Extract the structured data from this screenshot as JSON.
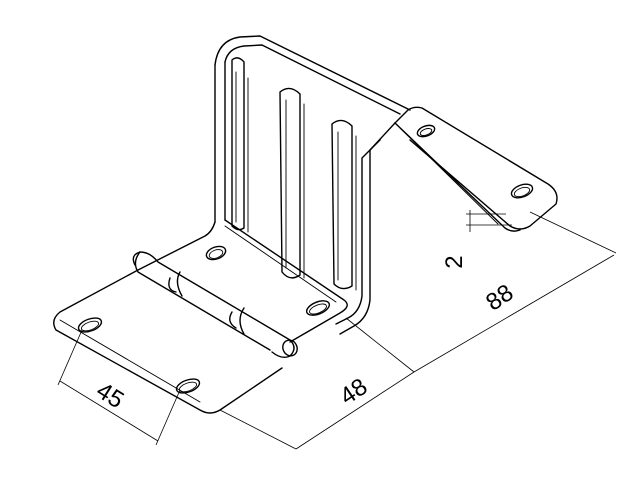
{
  "dimensions": {
    "width_45": "45",
    "depth_48": "48",
    "length_88": "88",
    "thickness_2": "2"
  }
}
